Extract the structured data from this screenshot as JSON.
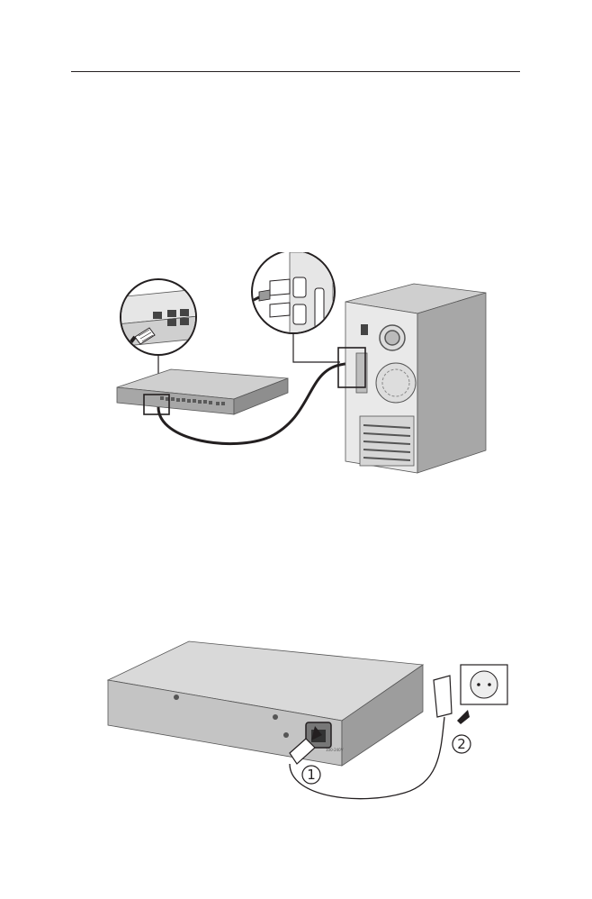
{
  "page": {
    "background": "#ffffff",
    "line_color": "#231f20"
  },
  "figure_console": {
    "icons": [
      "switch-icon",
      "rj45-console-connector-icon",
      "db9-connector-icon",
      "desktop-pc-icon",
      "console-cable-icon"
    ]
  },
  "figure_power": {
    "callouts": [
      {
        "id": "step-1",
        "label": "1"
      },
      {
        "id": "step-2",
        "label": "2"
      }
    ],
    "icons": [
      "switch-rear-icon",
      "power-cord-icon",
      "wall-outlet-icon",
      "arrow-icon"
    ]
  }
}
